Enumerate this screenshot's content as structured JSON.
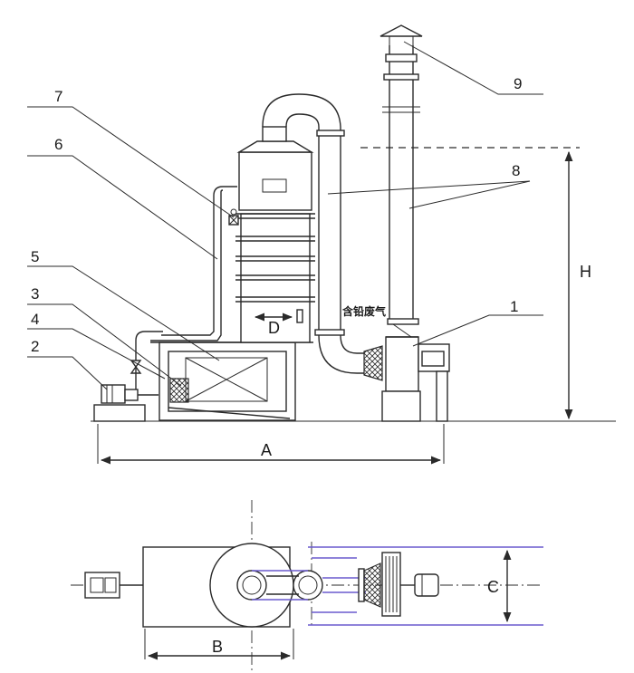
{
  "callouts": {
    "c1": "1",
    "c2": "2",
    "c3": "3",
    "c4": "4",
    "c5": "5",
    "c6": "6",
    "c7": "7",
    "c8": "8",
    "c9": "9"
  },
  "dimensions": {
    "A": "A",
    "B": "B",
    "C": "C",
    "D": "D",
    "H": "H"
  },
  "annotation": "含铅废气"
}
